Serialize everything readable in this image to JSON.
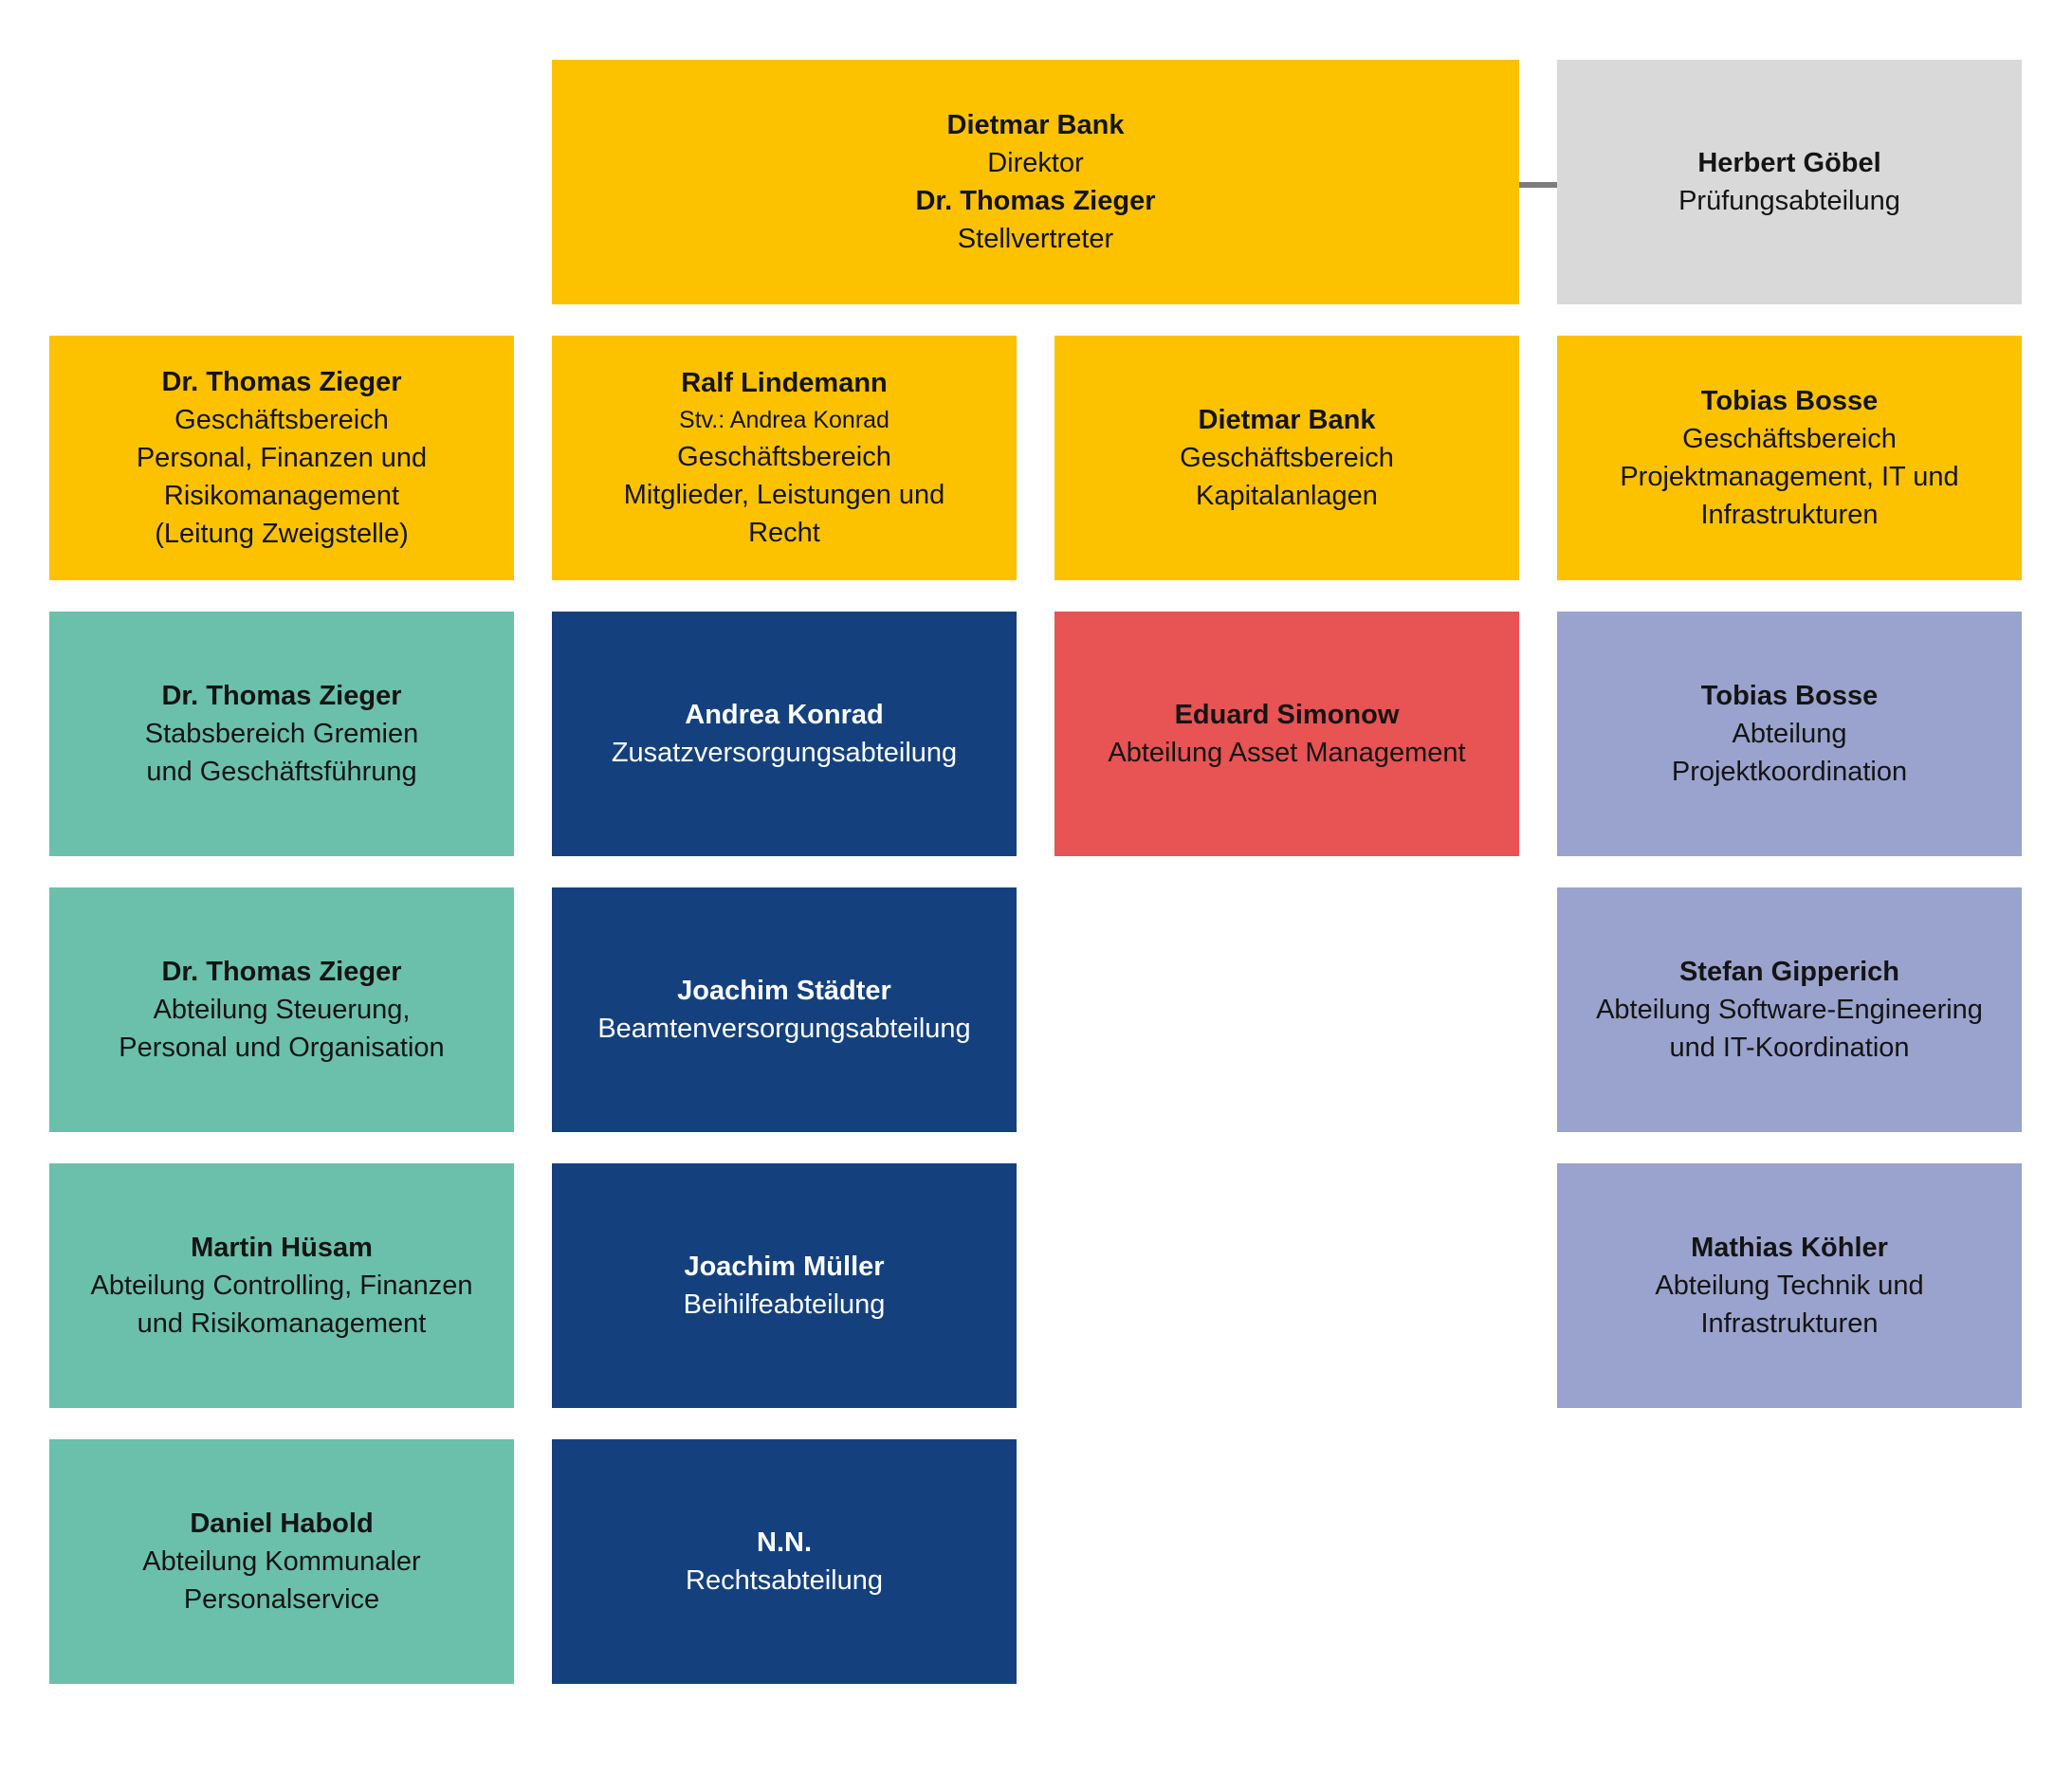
{
  "org_chart": {
    "colors": {
      "yellow": "#FCC200",
      "gray": "#D9D9D9",
      "teal": "#6BC0AB",
      "navy": "#14417E",
      "red": "#E85353",
      "lavender": "#9AA3CD",
      "connector": "#7C7C7C",
      "text_dark": "#141414",
      "text_light": "#FFFFFF"
    },
    "nodes": [
      {
        "id": "direktor",
        "color": "yellow",
        "text": "dark",
        "grid": {
          "col": 2,
          "row": 1,
          "colspan": 2
        },
        "lines": [
          {
            "text": "Dietmar Bank",
            "style": "bold"
          },
          {
            "text": "Direktor",
            "style": "regular"
          },
          {
            "text": "Dr. Thomas Zieger",
            "style": "bold"
          },
          {
            "text": "Stellvertreter",
            "style": "regular"
          }
        ]
      },
      {
        "id": "pruefungsabteilung",
        "color": "gray",
        "text": "dark",
        "grid": {
          "col": 4,
          "row": 1,
          "colspan": 1
        },
        "lines": [
          {
            "text": "Herbert Göbel",
            "style": "bold"
          },
          {
            "text": "Prüfungsabteilung",
            "style": "regular"
          }
        ]
      },
      {
        "id": "gb-personal-finanzen-risikomanagement",
        "color": "yellow",
        "text": "dark",
        "grid": {
          "col": 1,
          "row": 2,
          "colspan": 1
        },
        "lines": [
          {
            "text": "Dr. Thomas Zieger",
            "style": "bold"
          },
          {
            "text": "Geschäftsbereich",
            "style": "regular"
          },
          {
            "text": "Personal, Finanzen und",
            "style": "regular"
          },
          {
            "text": "Risikomanagement",
            "style": "regular"
          },
          {
            "text": "(Leitung Zweigstelle)",
            "style": "regular"
          }
        ]
      },
      {
        "id": "gb-mitglieder-leistungen-recht",
        "color": "yellow",
        "text": "dark",
        "grid": {
          "col": 2,
          "row": 2,
          "colspan": 1
        },
        "lines": [
          {
            "text": "Ralf Lindemann",
            "style": "bold"
          },
          {
            "text": "Stv.: Andrea Konrad",
            "style": "small"
          },
          {
            "text": "Geschäftsbereich",
            "style": "regular"
          },
          {
            "text": "Mitglieder, Leistungen und",
            "style": "regular"
          },
          {
            "text": "Recht",
            "style": "regular"
          }
        ]
      },
      {
        "id": "gb-kapitalanlagen",
        "color": "yellow",
        "text": "dark",
        "grid": {
          "col": 3,
          "row": 2,
          "colspan": 1
        },
        "lines": [
          {
            "text": "Dietmar Bank",
            "style": "bold"
          },
          {
            "text": "Geschäftsbereich",
            "style": "regular"
          },
          {
            "text": "Kapitalanlagen",
            "style": "regular"
          }
        ]
      },
      {
        "id": "gb-projektmanagement-it-infrastrukturen",
        "color": "yellow",
        "text": "dark",
        "grid": {
          "col": 4,
          "row": 2,
          "colspan": 1
        },
        "lines": [
          {
            "text": "Tobias Bosse",
            "style": "bold"
          },
          {
            "text": "Geschäftsbereich",
            "style": "regular"
          },
          {
            "text": "Projektmanagement, IT und",
            "style": "regular"
          },
          {
            "text": "Infrastrukturen",
            "style": "regular"
          }
        ]
      },
      {
        "id": "stabsbereich-gremien-geschaeftsfuehrung",
        "color": "teal",
        "text": "dark",
        "grid": {
          "col": 1,
          "row": 3,
          "colspan": 1
        },
        "lines": [
          {
            "text": "Dr. Thomas Zieger",
            "style": "bold"
          },
          {
            "text": "Stabsbereich Gremien",
            "style": "regular"
          },
          {
            "text": "und Geschäftsführung",
            "style": "regular"
          }
        ]
      },
      {
        "id": "zusatzversorgungsabteilung",
        "color": "navy",
        "text": "light",
        "grid": {
          "col": 2,
          "row": 3,
          "colspan": 1
        },
        "lines": [
          {
            "text": "Andrea Konrad",
            "style": "bold"
          },
          {
            "text": "Zusatzversorgungsabteilung",
            "style": "regular"
          }
        ]
      },
      {
        "id": "abteilung-asset-management",
        "color": "red",
        "text": "dark",
        "grid": {
          "col": 3,
          "row": 3,
          "colspan": 1
        },
        "lines": [
          {
            "text": "Eduard Simonow",
            "style": "bold"
          },
          {
            "text": "Abteilung Asset Management",
            "style": "regular"
          }
        ]
      },
      {
        "id": "abteilung-projektkoordination",
        "color": "lavender",
        "text": "dark",
        "grid": {
          "col": 4,
          "row": 3,
          "colspan": 1
        },
        "lines": [
          {
            "text": "Tobias Bosse",
            "style": "bold"
          },
          {
            "text": "Abteilung",
            "style": "regular"
          },
          {
            "text": "Projektkoordination",
            "style": "regular"
          }
        ]
      },
      {
        "id": "abteilung-steuerung-personal-organisation",
        "color": "teal",
        "text": "dark",
        "grid": {
          "col": 1,
          "row": 4,
          "colspan": 1
        },
        "lines": [
          {
            "text": "Dr. Thomas Zieger",
            "style": "bold"
          },
          {
            "text": "Abteilung Steuerung,",
            "style": "regular"
          },
          {
            "text": "Personal und Organisation",
            "style": "regular"
          }
        ]
      },
      {
        "id": "beamtenversorgungsabteilung",
        "color": "navy",
        "text": "light",
        "grid": {
          "col": 2,
          "row": 4,
          "colspan": 1
        },
        "lines": [
          {
            "text": "Joachim Städter",
            "style": "bold"
          },
          {
            "text": "Beamtenversorgungsabteilung",
            "style": "regular"
          }
        ]
      },
      {
        "id": "abteilung-software-engineering-it-koordination",
        "color": "lavender",
        "text": "dark",
        "grid": {
          "col": 4,
          "row": 4,
          "colspan": 1
        },
        "lines": [
          {
            "text": "Stefan Gipperich",
            "style": "bold"
          },
          {
            "text": "Abteilung Software-Engineering",
            "style": "regular"
          },
          {
            "text": "und IT-Koordination",
            "style": "regular"
          }
        ]
      },
      {
        "id": "abteilung-controlling-finanzen-risikomanagement",
        "color": "teal",
        "text": "dark",
        "grid": {
          "col": 1,
          "row": 5,
          "colspan": 1
        },
        "lines": [
          {
            "text": "Martin Hüsam",
            "style": "bold"
          },
          {
            "text": "Abteilung Controlling, Finanzen",
            "style": "regular"
          },
          {
            "text": "und Risikomanagement",
            "style": "regular"
          }
        ]
      },
      {
        "id": "beihilfeabteilung",
        "color": "navy",
        "text": "light",
        "grid": {
          "col": 2,
          "row": 5,
          "colspan": 1
        },
        "lines": [
          {
            "text": "Joachim Müller",
            "style": "bold"
          },
          {
            "text": "Beihilfeabteilung",
            "style": "regular"
          }
        ]
      },
      {
        "id": "abteilung-technik-infrastrukturen",
        "color": "lavender",
        "text": "dark",
        "grid": {
          "col": 4,
          "row": 5,
          "colspan": 1
        },
        "lines": [
          {
            "text": "Mathias Köhler",
            "style": "bold"
          },
          {
            "text": "Abteilung Technik und",
            "style": "regular"
          },
          {
            "text": "Infrastrukturen",
            "style": "regular"
          }
        ]
      },
      {
        "id": "abteilung-kommunaler-personalservice",
        "color": "teal",
        "text": "dark",
        "grid": {
          "col": 1,
          "row": 6,
          "colspan": 1
        },
        "lines": [
          {
            "text": "Daniel Habold",
            "style": "bold"
          },
          {
            "text": "Abteilung Kommunaler",
            "style": "regular"
          },
          {
            "text": "Personalservice",
            "style": "regular"
          }
        ]
      },
      {
        "id": "rechtsabteilung",
        "color": "navy",
        "text": "light",
        "grid": {
          "col": 2,
          "row": 6,
          "colspan": 1
        },
        "lines": [
          {
            "text": "N.N.",
            "style": "bold"
          },
          {
            "text": "Rechtsabteilung",
            "style": "regular"
          }
        ]
      }
    ]
  }
}
